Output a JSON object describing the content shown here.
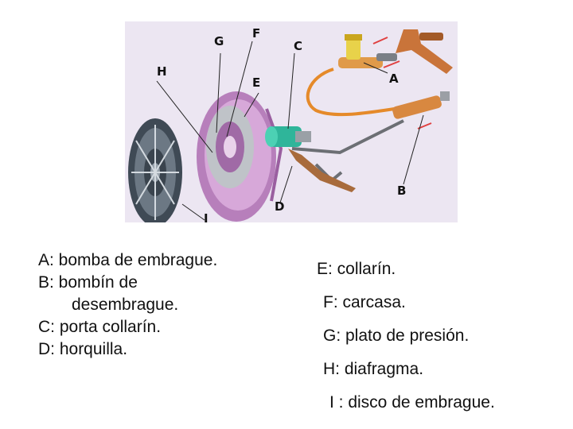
{
  "diagram": {
    "labels": {
      "A": "A",
      "B": "B",
      "C": "C",
      "D": "D",
      "E": "E",
      "F": "F",
      "G": "G",
      "H": "H",
      "I": "I"
    },
    "colors": {
      "background": "#ece6f2",
      "disc": "#4a5560",
      "pressure_plate": "#c98fcc",
      "hydraulic_line": "#e58a2a",
      "cylinder": "#2fb59a",
      "pedal": "#c9743a"
    }
  },
  "legend_left": [
    "A: bomba de embrague.",
    "B: bombín de",
    "desembrague.",
    "C: porta collarín.",
    "D: horquilla."
  ],
  "legend_right": [
    "E: collarín.",
    "F: carcasa.",
    "G: plato de presión.",
    "H: diafragma.",
    "I : disco de embrague."
  ]
}
